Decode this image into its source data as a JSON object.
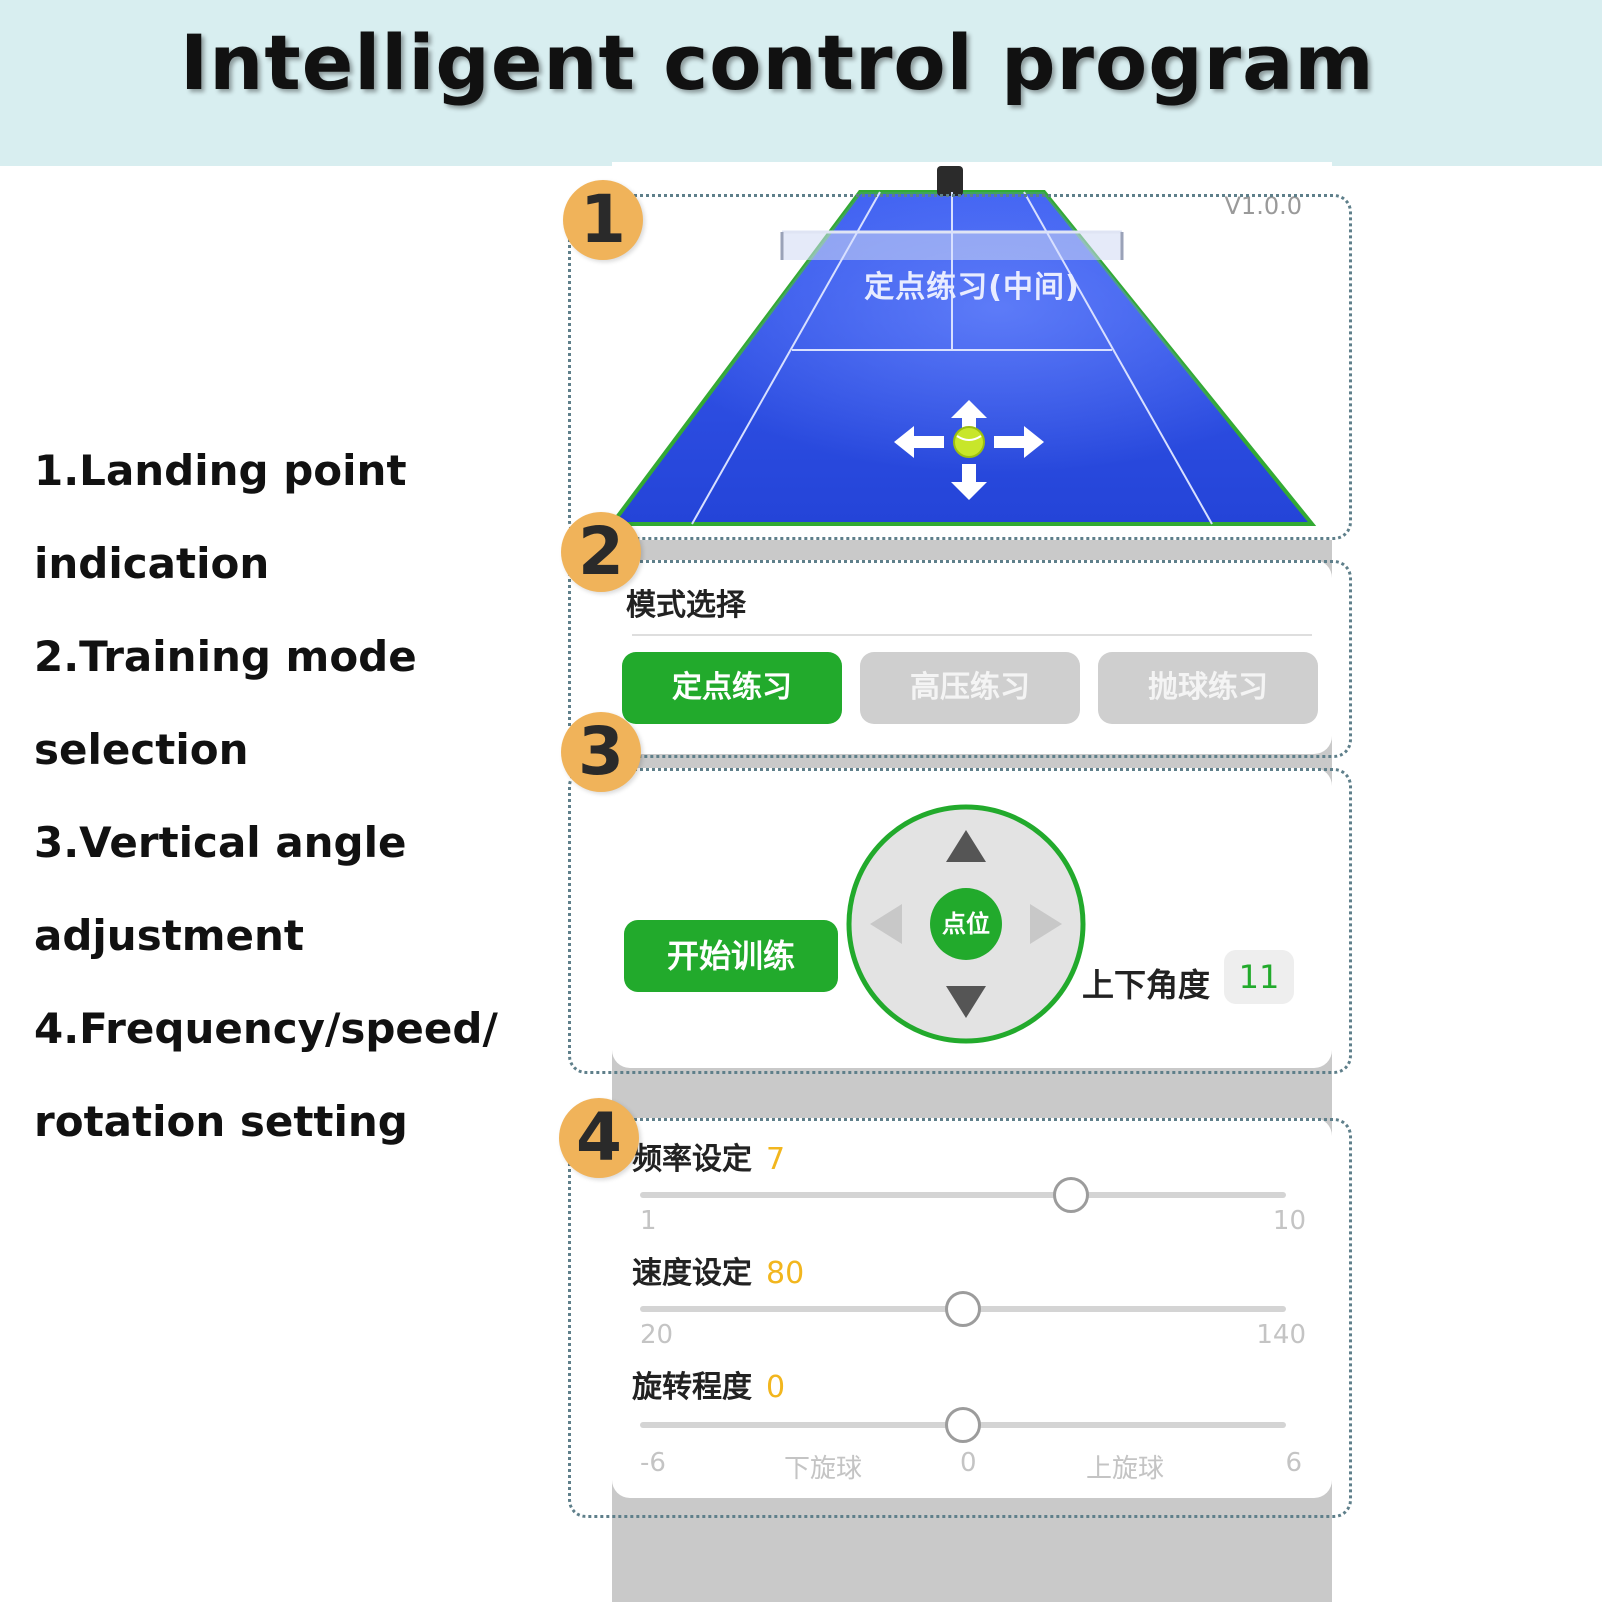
{
  "header": {
    "title": "Intelligent control program"
  },
  "legend": [
    "1.Landing point",
    "indication",
    "2.Training mode",
    "selection",
    "3.Vertical angle",
    "adjustment",
    "4.Frequency/speed/",
    "rotation setting"
  ],
  "badges": [
    "1",
    "2",
    "3",
    "4"
  ],
  "court": {
    "version": "V1.0.0",
    "title": "定点练习(中间)",
    "colors": {
      "court": "#2e4ee0",
      "line": "#d8e0ff",
      "ball": "#c8e62a",
      "edge": "#33aa33"
    }
  },
  "mode": {
    "title": "模式选择",
    "buttons": [
      {
        "label": "定点练习",
        "active": true
      },
      {
        "label": "高压练习",
        "active": false
      },
      {
        "label": "抛球练习",
        "active": false
      }
    ]
  },
  "angle": {
    "start_label": "开始训练",
    "center_label": "点位",
    "label": "上下角度",
    "value": "11"
  },
  "settings": {
    "frequency": {
      "label": "频率设定",
      "value": "7",
      "min": "1",
      "max": "10",
      "level": 0.667
    },
    "speed": {
      "label": "速度设定",
      "value": "80",
      "min": "20",
      "max": "140",
      "level": 0.5
    },
    "rotation": {
      "label": "旋转程度",
      "value": "0",
      "min": "-6",
      "max": "6",
      "backspin": "下旋球",
      "mid": "0",
      "topspin": "上旋球",
      "level": 0.5
    }
  },
  "accent_color": "#22aa2c",
  "value_color": "#f2b61e"
}
